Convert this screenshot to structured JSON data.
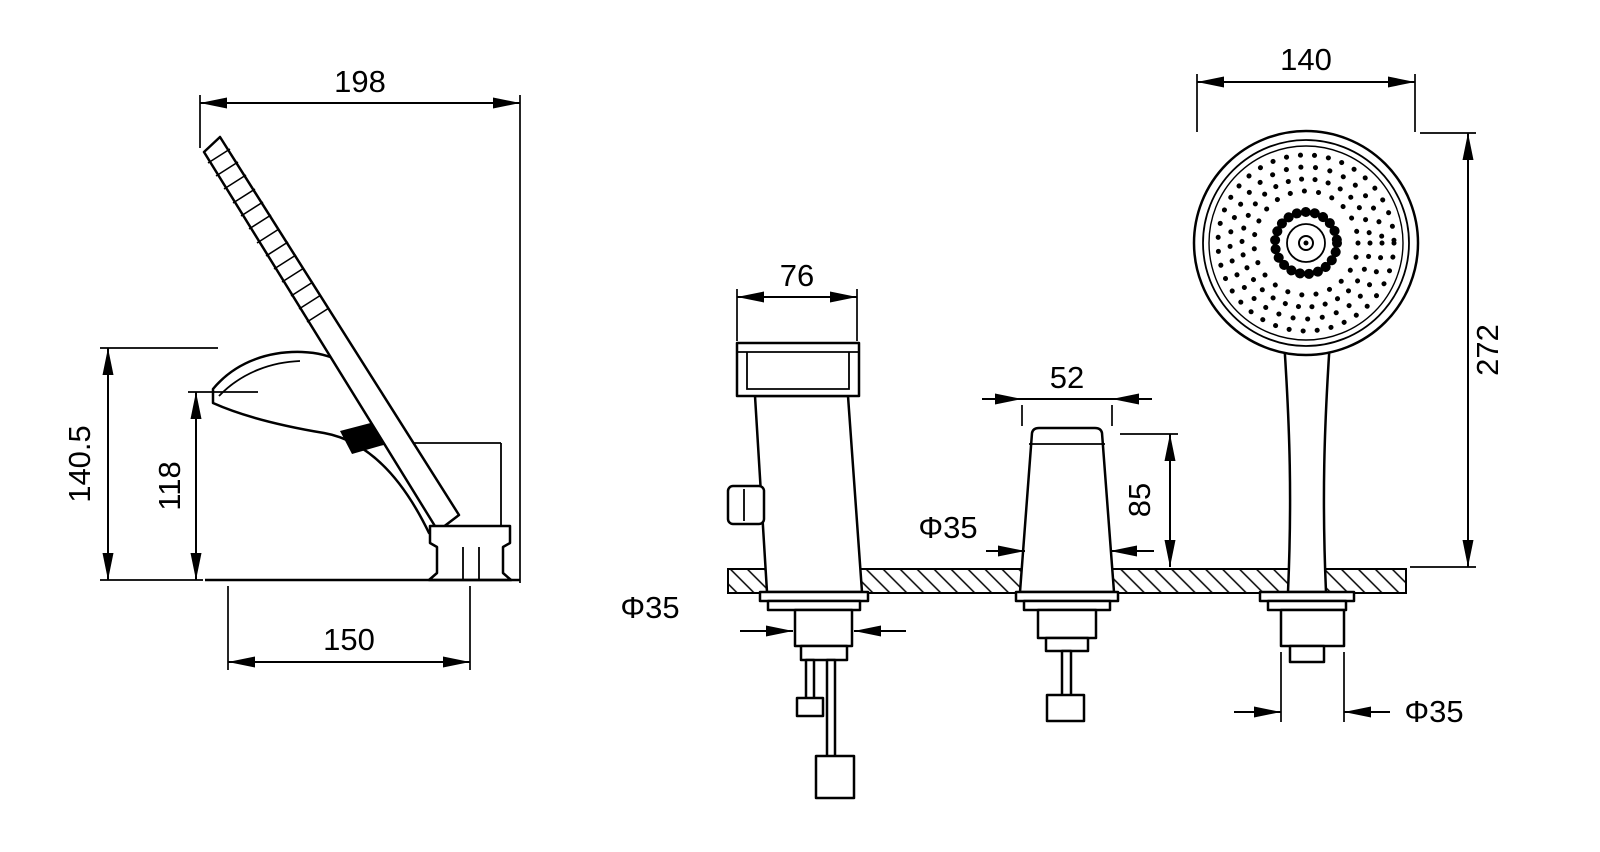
{
  "colors": {
    "background": "#ffffff",
    "line": "#000000"
  },
  "dimensions": {
    "side_view": {
      "top_width": "198",
      "overall_height": "140.5",
      "spout_height": "118",
      "base_width": "150"
    },
    "spout_front_view": {
      "width": "76",
      "hole_diameter": "Φ35"
    },
    "handle_view": {
      "width": "52",
      "height": "85",
      "hole_diameter": "Φ35"
    },
    "shower_view": {
      "head_diameter": "140",
      "overall_height": "272",
      "hole_diameter": "Φ35"
    }
  }
}
